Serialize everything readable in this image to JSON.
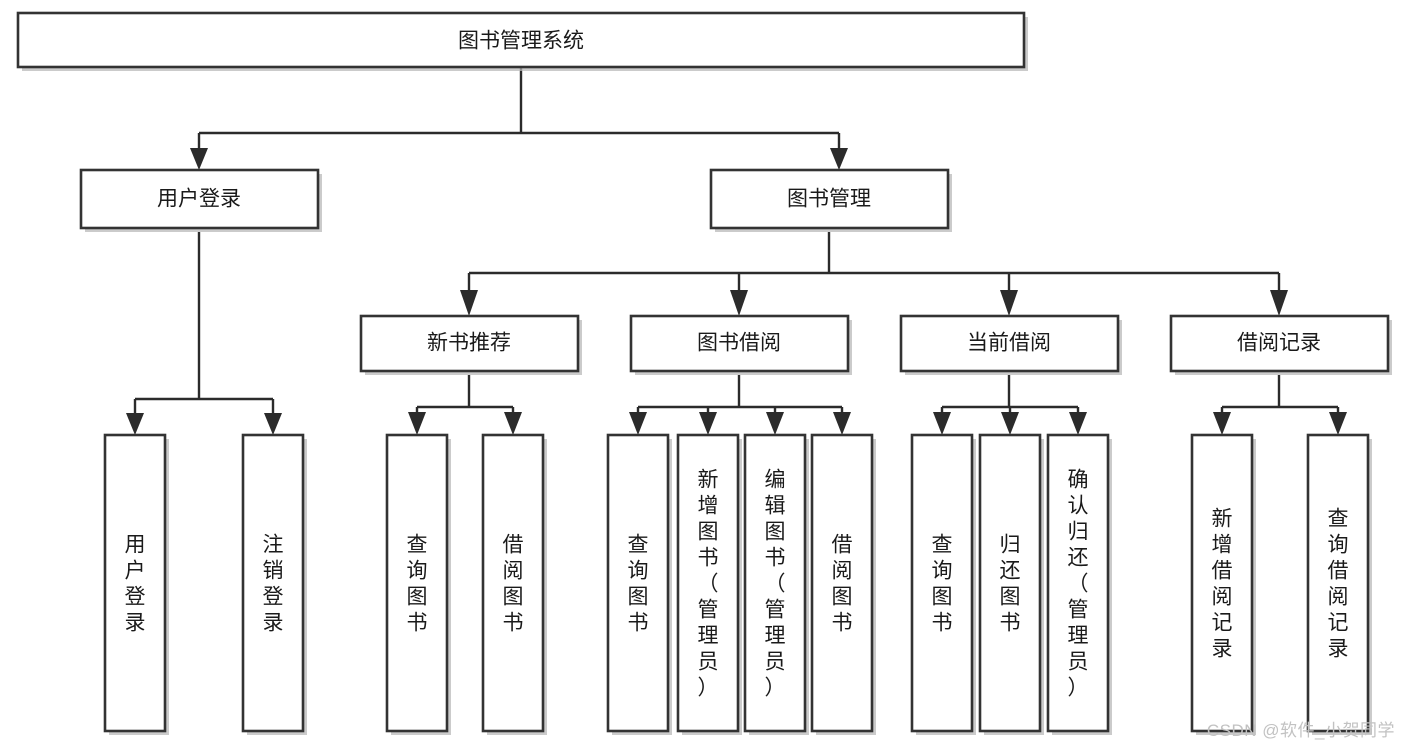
{
  "diagram": {
    "type": "tree-hierarchy",
    "title": "图书管理系统",
    "watermark": "CSDN @软件_小贺同学",
    "colors": {
      "node_stroke": "#333333",
      "node_fill": "#ffffff",
      "connector": "#2b2b2b",
      "text": "#1a1a1a",
      "watermark": "#c2c2c2",
      "background": "#ffffff"
    },
    "levels": [
      {
        "level": 1,
        "nodes": [
          {
            "id": "root",
            "label": "图书管理系统",
            "orientation": "horizontal"
          }
        ]
      },
      {
        "level": 2,
        "nodes": [
          {
            "id": "login",
            "label": "用户登录",
            "orientation": "horizontal",
            "parent": "root"
          },
          {
            "id": "bookmgmt",
            "label": "图书管理",
            "orientation": "horizontal",
            "parent": "root"
          }
        ]
      },
      {
        "level": 3,
        "nodes": [
          {
            "id": "newbook",
            "label": "新书推荐",
            "orientation": "horizontal",
            "parent": "bookmgmt"
          },
          {
            "id": "borrow",
            "label": "图书借阅",
            "orientation": "horizontal",
            "parent": "bookmgmt"
          },
          {
            "id": "current",
            "label": "当前借阅",
            "orientation": "horizontal",
            "parent": "bookmgmt"
          },
          {
            "id": "records",
            "label": "借阅记录",
            "orientation": "horizontal",
            "parent": "bookmgmt"
          }
        ]
      },
      {
        "level": 4,
        "nodes": [
          {
            "id": "leaf-1",
            "label": "用户登录",
            "orientation": "vertical",
            "parent": "login"
          },
          {
            "id": "leaf-2",
            "label": "注销登录",
            "orientation": "vertical",
            "parent": "login"
          },
          {
            "id": "leaf-3",
            "label": "查询图书",
            "orientation": "vertical",
            "parent": "newbook"
          },
          {
            "id": "leaf-4",
            "label": "借阅图书",
            "orientation": "vertical",
            "parent": "newbook"
          },
          {
            "id": "leaf-5",
            "label": "查询图书",
            "orientation": "vertical",
            "parent": "borrow"
          },
          {
            "id": "leaf-6",
            "label": "新增图书（管理员）",
            "orientation": "vertical",
            "parent": "borrow"
          },
          {
            "id": "leaf-7",
            "label": "编辑图书（管理员）",
            "orientation": "vertical",
            "parent": "borrow"
          },
          {
            "id": "leaf-8",
            "label": "借阅图书",
            "orientation": "vertical",
            "parent": "borrow"
          },
          {
            "id": "leaf-9",
            "label": "查询图书",
            "orientation": "vertical",
            "parent": "current"
          },
          {
            "id": "leaf-10",
            "label": "归还图书",
            "orientation": "vertical",
            "parent": "current"
          },
          {
            "id": "leaf-11",
            "label": "确认归还（管理员）",
            "orientation": "vertical",
            "parent": "current"
          },
          {
            "id": "leaf-12",
            "label": "新增借阅记录",
            "orientation": "vertical",
            "parent": "records"
          },
          {
            "id": "leaf-13",
            "label": "查询借阅记录",
            "orientation": "vertical",
            "parent": "records"
          }
        ]
      }
    ]
  }
}
